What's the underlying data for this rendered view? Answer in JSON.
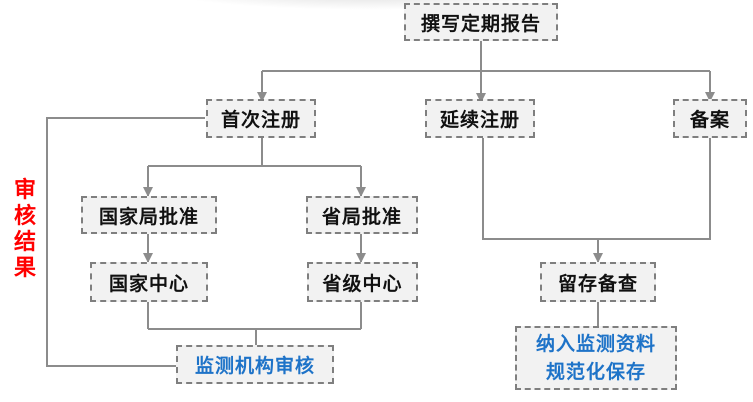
{
  "nodes": {
    "root": "撰写定期报告",
    "first_registration": "首次注册",
    "renewal_registration": "延续注册",
    "filing": "备案",
    "national_bureau_approval": "国家局批准",
    "provincial_bureau_approval": "省局批准",
    "national_center": "国家中心",
    "provincial_center": "省级中心",
    "monitoring_review": "监测机构审核",
    "retain_for_check": "留存备查",
    "archive_line1": "纳入监测资料",
    "archive_line2": "规范化保存"
  },
  "side_label": "审核结果",
  "colors": {
    "line": "#8c8c8c",
    "box_fill": "#f2f2f2",
    "box_border": "#7f7f7f",
    "blue_text": "#1e73c8",
    "side_label": "#ff0000"
  }
}
